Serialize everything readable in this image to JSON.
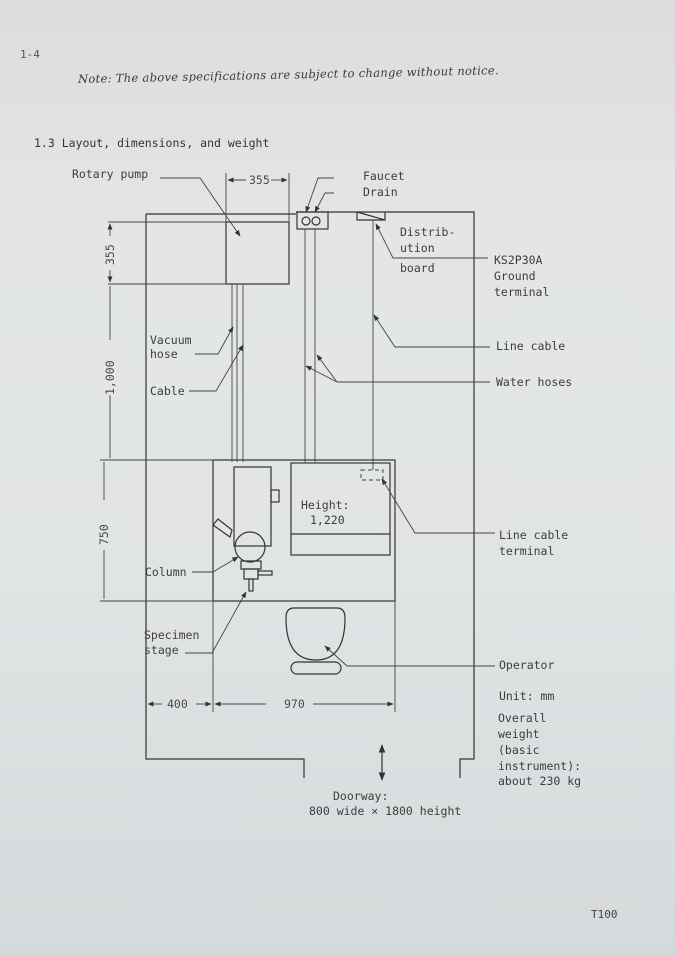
{
  "page": {
    "page_number": "1-4",
    "note": "Note: The above specifications are subject to change without notice.",
    "section_title": "1.3  Layout, dimensions, and weight",
    "footer_code": "T100"
  },
  "diagram": {
    "labels": {
      "rotary_pump": "Rotary pump",
      "faucet": "Faucet",
      "drain": "Drain",
      "distribution_board_1": "Distrib-",
      "distribution_board_2": "ution",
      "distribution_board_3": "board",
      "ground_terminal_1": "KS2P30A",
      "ground_terminal_2": "Ground",
      "ground_terminal_3": "terminal",
      "vacuum_hose_1": "Vacuum",
      "vacuum_hose_2": "hose",
      "cable": "Cable",
      "line_cable": "Line cable",
      "water_hoses": "Water hoses",
      "height_1": "Height:",
      "height_2": "1,220",
      "line_cable_terminal_1": "Line cable",
      "line_cable_terminal_2": "terminal",
      "column": "Column",
      "specimen_stage_1": "Specimen",
      "specimen_stage_2": "stage",
      "operator": "Operator",
      "unit": "Unit: mm",
      "weight_1": "Overall",
      "weight_2": "weight",
      "weight_3": "(basic",
      "weight_4": "instrument):",
      "weight_5": "about 230 kg",
      "doorway_1": "Doorway:",
      "doorway_2": "800 wide × 1800 height"
    },
    "dimensions": {
      "pump_width": "355",
      "pump_depth": "355",
      "pump_to_console": "1,000",
      "console_depth": "750",
      "wall_to_console": "400",
      "console_width": "970"
    }
  }
}
